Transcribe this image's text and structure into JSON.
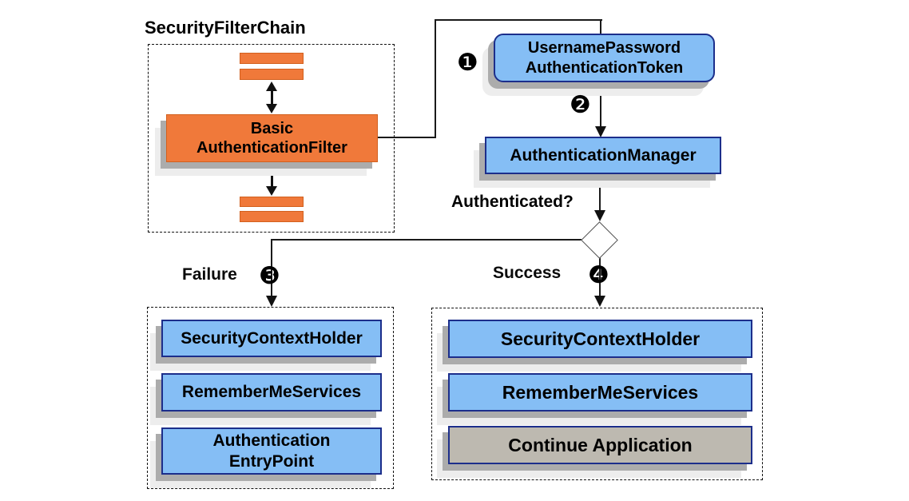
{
  "diagram": {
    "title": "SecurityFilterChain"
  },
  "nodes": {
    "filter": {
      "line1": "Basic",
      "line2": "AuthenticationFilter"
    },
    "token": {
      "line1": "UsernamePassword",
      "line2": "AuthenticationToken"
    },
    "manager": {
      "label": "AuthenticationManager"
    }
  },
  "decision": {
    "label": "Authenticated?"
  },
  "badges": {
    "b1": "❶",
    "b2": "❷",
    "b3": "❸",
    "b4": "❹"
  },
  "branches": {
    "failure": {
      "label": "Failure",
      "boxes": [
        "SecurityContextHolder",
        "RememberMeServices"
      ],
      "entry_point": {
        "line1": "Authentication",
        "line2": "EntryPoint"
      }
    },
    "success": {
      "label": "Success",
      "boxes": [
        "SecurityContextHolder",
        "RememberMeServices"
      ],
      "continue_label": "Continue Application"
    }
  },
  "colors": {
    "orange": "#F0793A",
    "blue": "#85BEF5",
    "node_border": "#1C2E8B",
    "continue_gray": "#BDB9B0"
  }
}
